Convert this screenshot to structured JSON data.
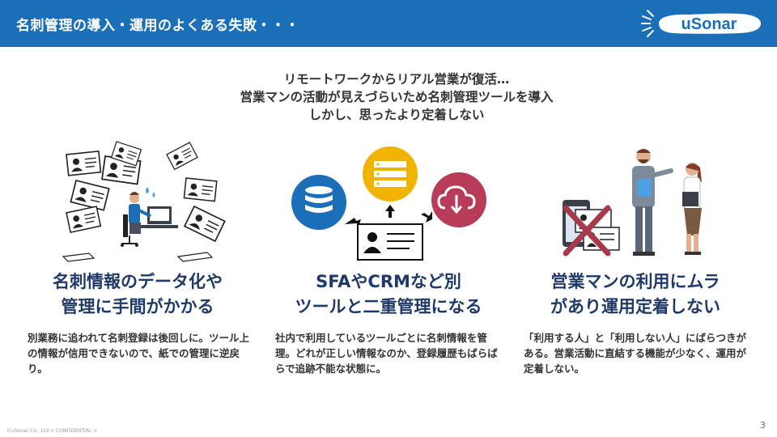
{
  "header": {
    "title": "名刺管理の導入・運用のよくある失敗・・・",
    "logo_text": "uSonar"
  },
  "intro": {
    "lines": [
      "リモートワークからリアル営業が復活…",
      "営業マンの活動が見えづらいため名刺管理ツールを導入",
      "しかし、思ったより定着しない"
    ]
  },
  "columns": [
    {
      "icon": "business-card-worker-illustration",
      "heading_lines": [
        "名刺情報のデータ化や",
        "管理に手間がかかる"
      ],
      "body": "別業務に追われて名刺登録は後回しに。ツール上の情報が信用できないので、紙での管理に逆戻り。"
    },
    {
      "icon": "database-server-cloud-illustration",
      "heading_lines": [
        "SFAやCRMなど別",
        "ツールと二重管理になる"
      ],
      "body": "社内で利用しているツールごとに名刺情報を管理。どれが正しい情報なのか、登録履歴もばらばらで追跡不能な状態に。"
    },
    {
      "icon": "sales-people-crossed-card-illustration",
      "heading_lines": [
        "営業マンの利用にムラ",
        "があり運用定着しない"
      ],
      "body": "「利用する人」と「利用しない人」にばらつきがある。営業活動に直結する機能が少なく、運用が定着しない。"
    }
  ],
  "footer": {
    "copyright": "©uSonar Co., Ltd.< CONFIDENTIAL >",
    "page_number": "3"
  },
  "colors": {
    "header_bg": "#1a6fb8",
    "heading": "#1f3a68",
    "db_blue": "#1a6fb8",
    "server_yellow": "#f0b400",
    "cloud_red": "#b83c5a",
    "cross_red": "#a63a4a"
  }
}
